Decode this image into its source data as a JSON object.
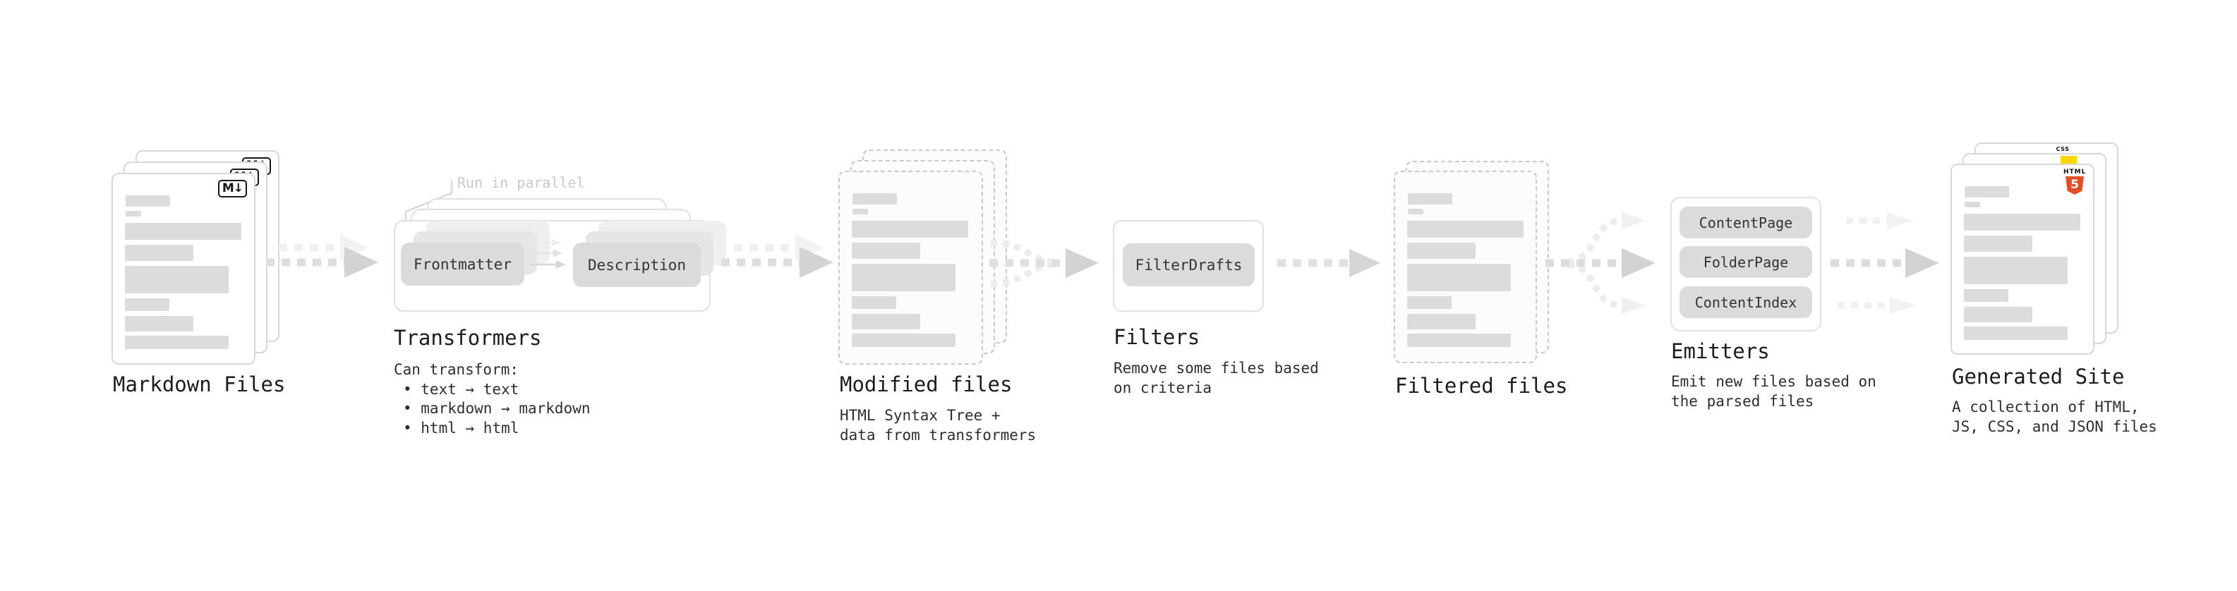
{
  "stages": {
    "markdown_files": {
      "label": "Markdown Files",
      "badge": "M↓"
    },
    "transformers": {
      "label": "Transformers",
      "annotation": "Run in parallel",
      "pills": [
        "Frontmatter",
        "Description"
      ],
      "note_title": "Can transform:",
      "bullets": [
        "• text → text",
        "• markdown → markdown",
        "• html → html"
      ]
    },
    "modified_files": {
      "label": "Modified files",
      "note_lines": [
        "HTML Syntax Tree +",
        "data from transformers"
      ]
    },
    "filters": {
      "label": "Filters",
      "pills": [
        "FilterDrafts"
      ],
      "note_lines": [
        "Remove some files based",
        "on criteria"
      ]
    },
    "filtered_files": {
      "label": "Filtered files"
    },
    "emitters": {
      "label": "Emitters",
      "pills": [
        "ContentPage",
        "FolderPage",
        "ContentIndex"
      ],
      "note_lines": [
        "Emit new files based on",
        "the parsed files"
      ]
    },
    "generated_site": {
      "label": "Generated Site",
      "note_lines": [
        "A collection of HTML,",
        "JS, CSS, and JSON files"
      ],
      "badges": {
        "css_label": "CSS",
        "html_label": "HTML",
        "html_number": "5"
      }
    }
  },
  "colors": {
    "html5_orange": "#e44d26",
    "css_blue": "#2b62e9",
    "js_yellow": "#ffd600"
  }
}
